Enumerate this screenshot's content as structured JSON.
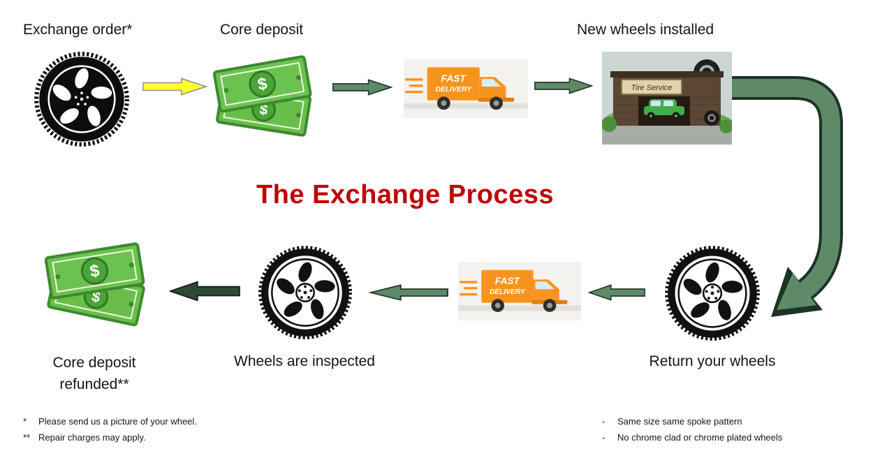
{
  "title": {
    "text": "The Exchange Process",
    "color": "#c00000"
  },
  "steps": {
    "exchange_order": {
      "label": "Exchange order*",
      "icon": "black-alloy-wheel-icon"
    },
    "core_deposit": {
      "label": "Core deposit",
      "icon": "dollar-bills-icon"
    },
    "new_wheels_installed": {
      "label": "New wheels installed",
      "icon": "tire-shop-image"
    },
    "return_your_wheels": {
      "label": "Return your wheels",
      "icon": "white-alloy-wheel-icon"
    },
    "wheels_inspected": {
      "label": "Wheels are inspected",
      "icon": "white-alloy-wheel-icon"
    },
    "core_deposit_refunded": {
      "line1": "Core deposit",
      "line2": "refunded**",
      "icon": "dollar-bills-icon"
    }
  },
  "delivery_truck": {
    "line1": "FAST",
    "line2": "DELIVERY"
  },
  "tire_shop": {
    "sign": "Tire Service"
  },
  "money": {
    "symbol": "$"
  },
  "footnotes": {
    "left": [
      {
        "marker": "*",
        "text": "Please send us a picture of your wheel."
      },
      {
        "marker": "**",
        "text": "Repair charges may apply."
      }
    ],
    "right": [
      {
        "marker": "-",
        "text": "Same size same spoke pattern"
      },
      {
        "marker": "-",
        "text": "No chrome clad or chrome plated wheels"
      }
    ]
  },
  "colors": {
    "title_red": "#c00000",
    "arrow_yellow": "#ffff2e",
    "arrow_green": "#5f8a68",
    "arrow_green_dark": "#2c4a36",
    "arrow_outline": "#1c3326",
    "money_green": "#6cc24e",
    "money_green_dark": "#3c8a2e",
    "truck_orange": "#f7941d",
    "wheel_black": "#0d0d0d"
  }
}
